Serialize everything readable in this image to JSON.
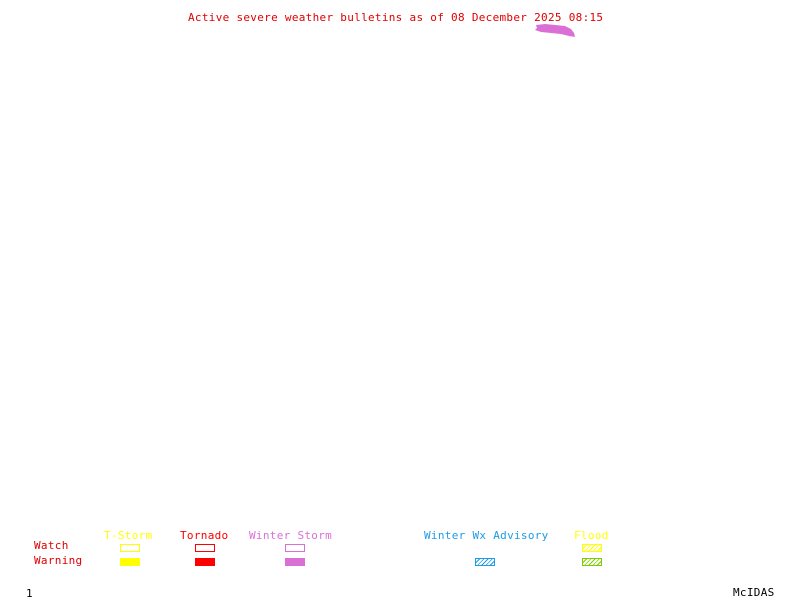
{
  "title": "Active severe weather bulletins as of 08 December 2025 08:15",
  "colors": {
    "title": "#e00000",
    "row_label": "#e00000",
    "tstorm": "#ffff00",
    "tornado": "#ff0000",
    "winter_storm": "#da70d6",
    "winter_advisory": "#1e9be6",
    "flood_watch": "#ffff00",
    "flood_warning": "#7ccd00"
  },
  "legend": {
    "rows": {
      "watch": "Watch",
      "warning": "Warning"
    },
    "categories": [
      {
        "key": "tstorm",
        "label": "T-Storm",
        "watch": "outline",
        "warning": "solid"
      },
      {
        "key": "tornado",
        "label": "Tornado",
        "watch": "outline",
        "warning": "solid"
      },
      {
        "key": "winter_storm",
        "label": "Winter Storm",
        "watch": "outline",
        "warning": "solid"
      },
      {
        "key": "winter_advisory",
        "label": "Winter Wx Advisory",
        "watch": "none",
        "warning": "hatched"
      },
      {
        "key": "flood",
        "label": "Flood",
        "watch": "hatched",
        "warning": "hatched"
      }
    ]
  },
  "footer": {
    "frame_number": "1",
    "brand": "McIDAS"
  }
}
